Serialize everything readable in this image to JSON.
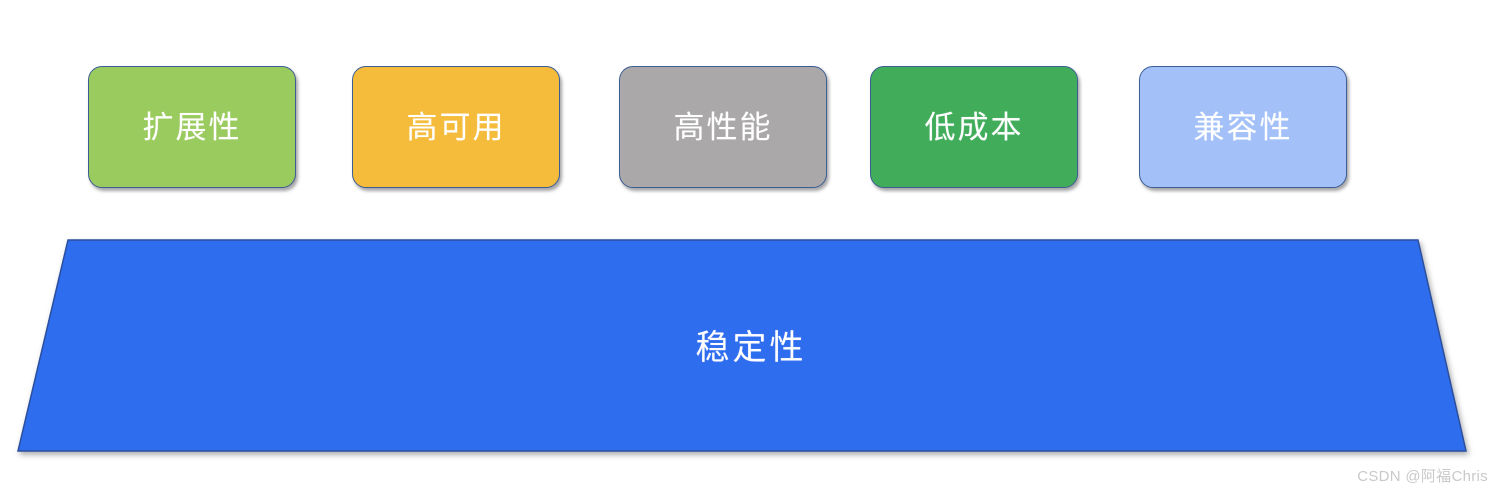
{
  "diagram": {
    "title": "",
    "background_color": "#ffffff",
    "cards": [
      {
        "label": "扩展性",
        "fill": "#9ACB5E",
        "text_color": "#ffffff",
        "border_color": "#3c5e94"
      },
      {
        "label": "高可用",
        "fill": "#F5BC3C",
        "text_color": "#ffffff",
        "border_color": "#3c5e94"
      },
      {
        "label": "高性能",
        "fill": "#AAA8A9",
        "text_color": "#ffffff",
        "border_color": "#3c5e94"
      },
      {
        "label": "低成本",
        "fill": "#41AD5B",
        "text_color": "#ffffff",
        "border_color": "#3c5e94"
      },
      {
        "label": "兼容性",
        "fill": "#A3C1F8",
        "text_color": "#ffffff",
        "border_color": "#3c5e94"
      }
    ],
    "foundation": {
      "label": "稳定性",
      "fill": "#2F6DEF",
      "text_color": "#ffffff",
      "shape": "trapezoid"
    }
  },
  "watermark": {
    "text": "CSDN @阿福Chris",
    "color": "#c9c9c9"
  }
}
